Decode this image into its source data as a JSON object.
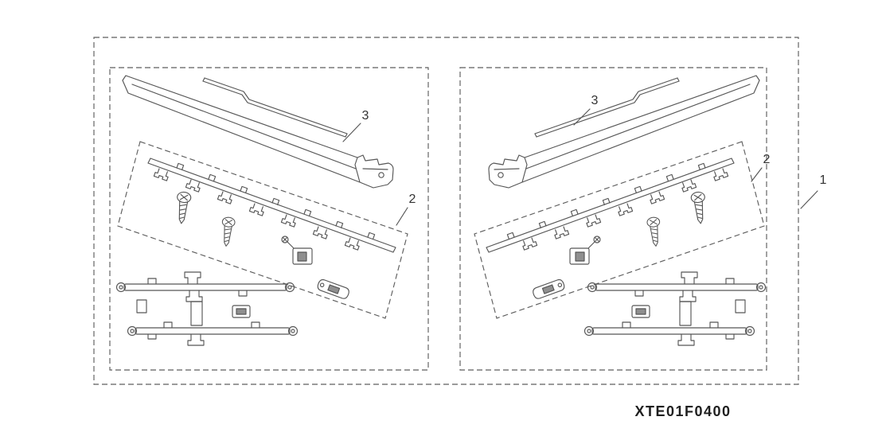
{
  "diagram": {
    "part_code": "XTE01F0400",
    "callouts": {
      "1": "1",
      "2": "2",
      "3": "3"
    }
  }
}
